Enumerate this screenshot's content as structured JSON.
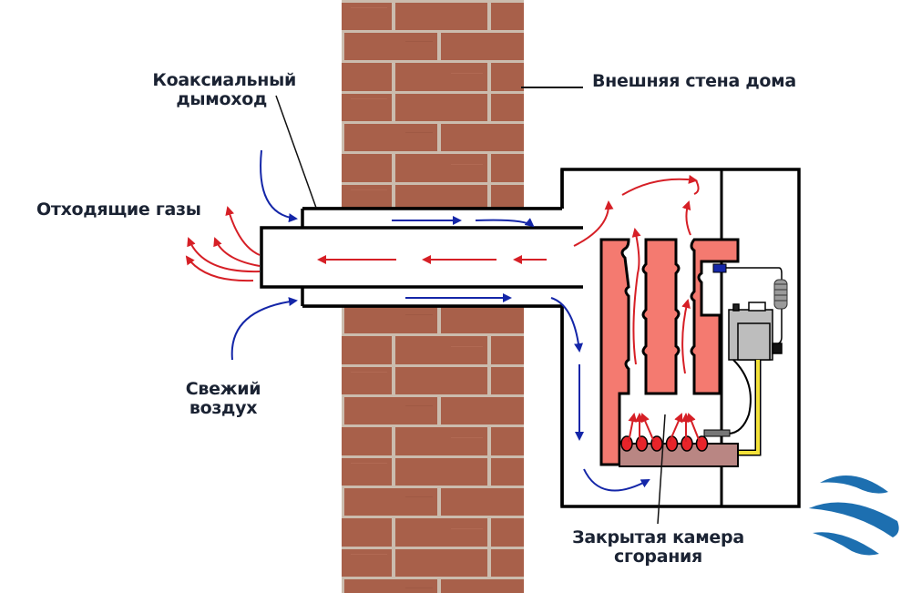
{
  "diagram": {
    "title": "Коаксиальный дымоход — схема работы котла с закрытой камерой сгорания",
    "labels": {
      "coaxial_flue": [
        "Коаксиальный",
        "дымоход"
      ],
      "exhaust_gases": "Отходящие газы",
      "fresh_air": [
        "Свежий",
        "воздух"
      ],
      "outer_wall": "Внешняя стена дома",
      "closed_chamber": [
        "Закрытая камера",
        "сгорания"
      ]
    },
    "colors": {
      "brick": "#a8604a",
      "mortar": "#c9b8a8",
      "heat_exchanger": "#f47a70",
      "burner": "#b98683",
      "flame": "#e8242a",
      "exhaust_arrow": "#d61f26",
      "air_arrow": "#1426a8",
      "gas_valve": "#bdbdbd",
      "gas_pipe": "#f4e23a",
      "label_text": "#1b2333",
      "logo_blue": "#1d6fb0"
    },
    "flows": {
      "exhaust": "Отходящие газы",
      "intake": "Свежий воздух"
    },
    "burner_flames": 6
  }
}
